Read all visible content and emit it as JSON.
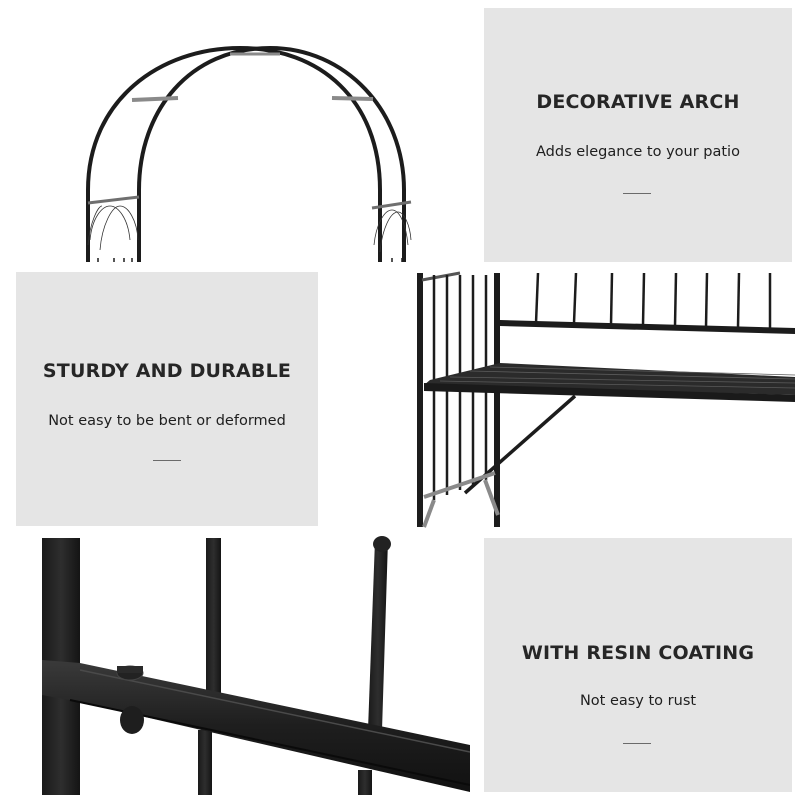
{
  "panels": [
    {
      "id": "decorative-arch",
      "title": "DECORATIVE ARCH",
      "subtitle": "Adds elegance to your patio"
    },
    {
      "id": "sturdy-and-durable",
      "title": "STURDY AND DURABLE",
      "subtitle": "Not easy to be bent or deformed"
    },
    {
      "id": "with-resin-coating",
      "title": "WITH RESIN COATING",
      "subtitle": "Not easy to rust"
    }
  ],
  "images": [
    {
      "id": "arch-top",
      "depicts": "black metal garden arch top with lattice side panels"
    },
    {
      "id": "bench-seat",
      "depicts": "metal slatted bench seat with backrest spindles and diagonal brace"
    },
    {
      "id": "frame-closeup",
      "depicts": "close-up of black coated metal frame joint with bolt"
    }
  ],
  "colors": {
    "panel_bg": "#e5e5e5",
    "text": "#262626",
    "metal": "#1c1c1c",
    "metal_highlight": "#8a8a8a"
  }
}
